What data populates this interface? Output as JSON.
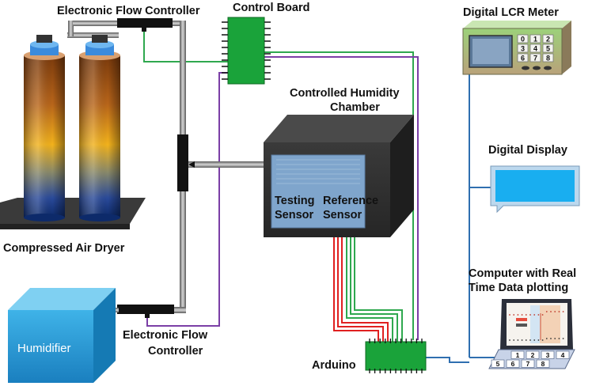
{
  "labels": {
    "flow_controller_top": "Electronic Flow Controller",
    "control_board": "Control Board",
    "lcr_meter": "Digital LCR Meter",
    "chamber_line1": "Controlled Humidity",
    "chamber_line2": "Chamber",
    "digital_display": "Digital Display",
    "air_dryer": "Compressed Air Dryer",
    "testing_sensor_line1": "Testing",
    "testing_sensor_line2": "Sensor",
    "reference_sensor_line1": "Reference",
    "reference_sensor_line2": "Sensor",
    "computer_line1": "Computer with Real",
    "computer_line2": "Time Data plotting",
    "humidifier": "Humidifier",
    "flow_controller_bottom_line1": "Electronic Flow",
    "flow_controller_bottom_line2": "Controller",
    "arduino": "Arduino"
  },
  "lcr_keypad": [
    "0",
    "1",
    "2",
    "3",
    "4",
    "5",
    "6",
    "7",
    "8"
  ],
  "laptop_keys": [
    "1",
    "2",
    "3",
    "4",
    "5",
    "6",
    "7",
    "8"
  ],
  "colors": {
    "green_wire": "#2fa84f",
    "purple_wire": "#7b3fa6",
    "blue_wire": "#2f6fb0",
    "red_wire": "#e02020",
    "board_green": "#1aa33a",
    "humidifier": "#1f9bd6",
    "display": "#19aef0",
    "chamber_window": "#7fa5cc"
  }
}
